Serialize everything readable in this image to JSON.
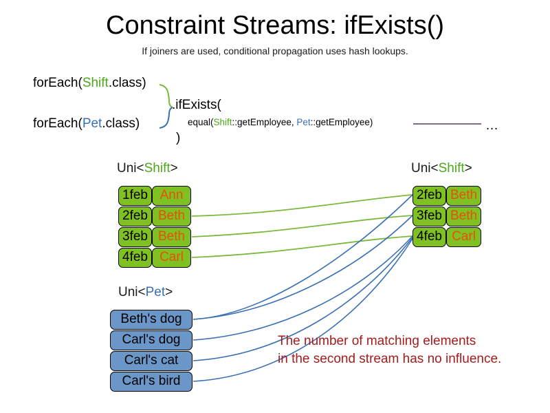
{
  "slide": {
    "title": "Constraint Streams: ifExists()",
    "subtitle": "If joiners are used, conditional propagation uses hash lookups."
  },
  "code": {
    "line1_prefix": "forEach(",
    "line1_type": "Shift",
    "line1_suffix": ".class)",
    "line2_prefix": "forEach(",
    "line2_type": "Pet",
    "line2_suffix": ".class)",
    "if_exists": ".ifExists(",
    "equal_prefix": "equal(",
    "equal_type1": "Shift",
    "equal_mid": "::getEmployee, ",
    "equal_type2": "Pet",
    "equal_suffix": "::getEmployee)",
    "close_paren": ")",
    "ellipsis": "…"
  },
  "captions": {
    "left_stream_prefix": "Uni<",
    "left_stream_type": "Shift",
    "left_stream_suffix": ">",
    "right_stream_prefix": "Uni<",
    "right_stream_type": "Shift",
    "right_stream_suffix": ">",
    "pet_stream_prefix": "Uni<",
    "pet_stream_type": "Pet",
    "pet_stream_suffix": ">"
  },
  "left_shift_rows": [
    {
      "key": "1feb",
      "value": "Ann"
    },
    {
      "key": "2feb",
      "value": "Beth"
    },
    {
      "key": "3feb",
      "value": "Beth"
    },
    {
      "key": "4feb",
      "value": "Carl"
    }
  ],
  "right_shift_rows": [
    {
      "key": "2feb",
      "value": "Beth"
    },
    {
      "key": "3feb",
      "value": "Beth"
    },
    {
      "key": "4feb",
      "value": "Carl"
    }
  ],
  "pet_rows": [
    {
      "label": "Beth's dog"
    },
    {
      "label": "Carl's dog"
    },
    {
      "label": "Carl's cat"
    },
    {
      "label": "Carl's bird"
    }
  ],
  "note": {
    "line1": "The number of matching elements",
    "line2": "in the second stream has no influence."
  },
  "colors": {
    "shift_green": "#4DA61A",
    "card_green": "#7FC023",
    "pet_blue": "#3A6FB5",
    "card_blue": "#6A96C8",
    "value_orange": "#E8500A",
    "note_red": "#A61C1C",
    "link_green": "#79B93C",
    "link_blue": "#3A6FB5",
    "rule_purple": "#7E6A8C"
  }
}
